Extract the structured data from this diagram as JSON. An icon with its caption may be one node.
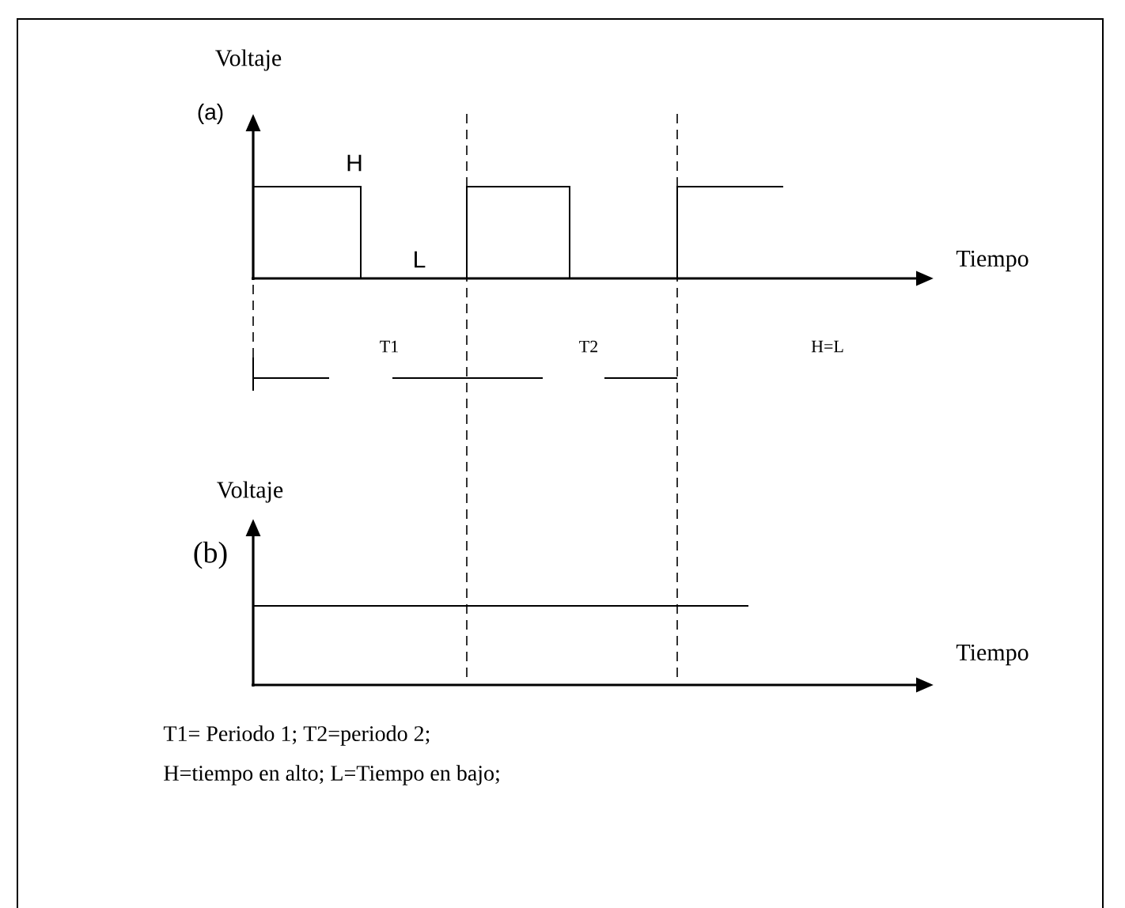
{
  "diagram": {
    "labels": [
      "Voltaje",
      "(a)",
      "H",
      "Tiempo",
      "L",
      "T1",
      "T2",
      "H=L",
      "Voltaje",
      "(b)",
      "Tiempo",
      "T1= Periodo 1; T2=periodo 2;",
      "H=tiempo en alto; L=Tiempo en bajo;"
    ]
  }
}
